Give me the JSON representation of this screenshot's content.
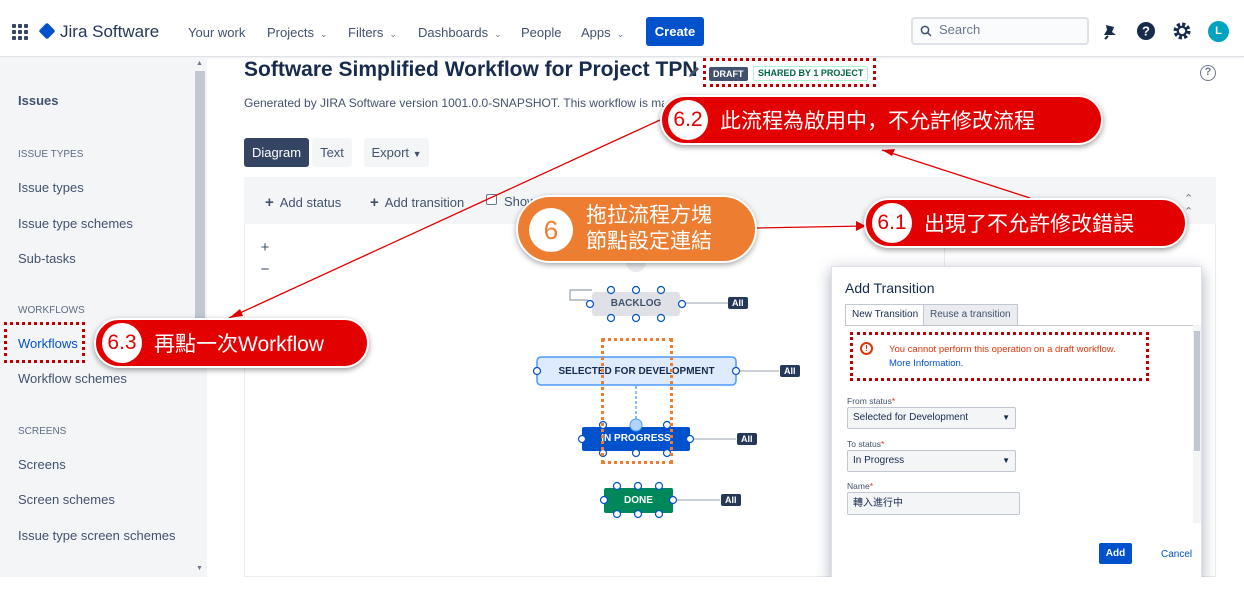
{
  "topnav": {
    "app_name": "Jira Software",
    "items": [
      "Your work",
      "Projects",
      "Filters",
      "Dashboards",
      "People",
      "Apps"
    ],
    "create_label": "Create",
    "search_placeholder": "Search",
    "avatar_initial": "L",
    "icons": [
      "apps-grid-icon",
      "notifications-icon",
      "help-icon",
      "settings-icon"
    ]
  },
  "sidebar": {
    "issues_label": "Issues",
    "sections": [
      {
        "heading": "ISSUE TYPES",
        "items": [
          "Issue types",
          "Issue type schemes",
          "Sub-tasks"
        ]
      },
      {
        "heading": "WORKFLOWS",
        "items": [
          "Workflows",
          "Workflow schemes"
        ]
      },
      {
        "heading": "SCREENS",
        "items": [
          "Screens",
          "Screen schemes",
          "Issue type screen schemes"
        ]
      }
    ]
  },
  "main": {
    "title": "Software Simplified Workflow for Project TPN",
    "draft_badge": "DRAFT",
    "shared_badge": "SHARED BY 1 PROJECT",
    "help_glyph": "?",
    "subtitle": "Generated by JIRA Software version 1001.0.0-SNAPSHOT. This workflow is ma",
    "tabs": [
      "Diagram",
      "Text",
      "Export"
    ],
    "toolbar": {
      "add_status": "Add status",
      "add_transition": "Add transition",
      "show_label": "Show"
    },
    "zoom": [
      "+",
      "−"
    ]
  },
  "workflow": {
    "statuses": [
      "BACKLOG",
      "SELECTED FOR DEVELOPMENT",
      "IN PROGRESS",
      "DONE"
    ],
    "all_label": "All",
    "status_colors": {
      "todo": "#dfe1e6",
      "selected": "#deebff",
      "in_progress": "#0052cc",
      "done": "#00875a"
    }
  },
  "dialog": {
    "title": "Add Transition",
    "tabs": [
      "New Transition",
      "Reuse a transition"
    ],
    "error_message": "You cannot perform this operation on a draft workflow.",
    "error_link": "More Information.",
    "from_status_label": "From status",
    "from_status_value": "Selected for Development",
    "to_status_label": "To status",
    "to_status_value": "In Progress",
    "name_label": "Name",
    "name_value": "轉入進行中",
    "required_mark": "*",
    "add_label": "Add",
    "cancel_label": "Cancel"
  },
  "annotations": {
    "c6_num": "6",
    "c6_line1": "拖拉流程方塊",
    "c6_line2": "節點設定連結",
    "c61_num": "6.1",
    "c61_text": "出現了不允許修改錯誤",
    "c62_num": "6.2",
    "c62_text": "此流程為啟用中，不允許修改流程",
    "c63_num": "6.3",
    "c63_text": "再點一次Workflow",
    "colors": {
      "red": "#e30000",
      "orange": "#ed7d31"
    }
  }
}
